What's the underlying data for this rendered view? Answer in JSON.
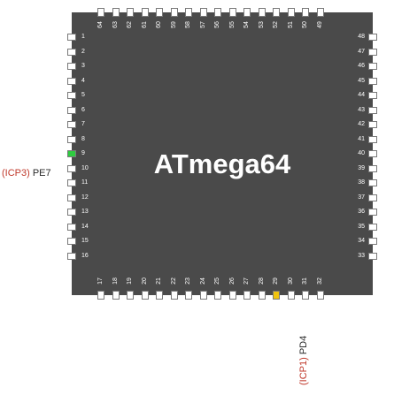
{
  "chip": {
    "name": "ATmega64"
  },
  "pins": {
    "left": [
      "1",
      "2",
      "3",
      "4",
      "5",
      "6",
      "7",
      "8",
      "9",
      "10",
      "11",
      "12",
      "13",
      "14",
      "15",
      "16"
    ],
    "bottom": [
      "17",
      "18",
      "19",
      "20",
      "21",
      "22",
      "23",
      "24",
      "25",
      "26",
      "27",
      "28",
      "29",
      "30",
      "31",
      "32"
    ],
    "right": [
      "33",
      "34",
      "35",
      "36",
      "37",
      "38",
      "39",
      "40",
      "41",
      "42",
      "43",
      "44",
      "45",
      "46",
      "47",
      "48"
    ],
    "top": [
      "49",
      "50",
      "51",
      "52",
      "53",
      "54",
      "55",
      "56",
      "57",
      "58",
      "59",
      "60",
      "61",
      "62",
      "63",
      "64"
    ]
  },
  "highlight": {
    "pin9": {
      "func": "(ICP3)",
      "name": "PE7",
      "color": "#2ecc40"
    },
    "pin29": {
      "func": "(ICP1)",
      "name": "PD4",
      "color": "#f1c40f"
    }
  }
}
